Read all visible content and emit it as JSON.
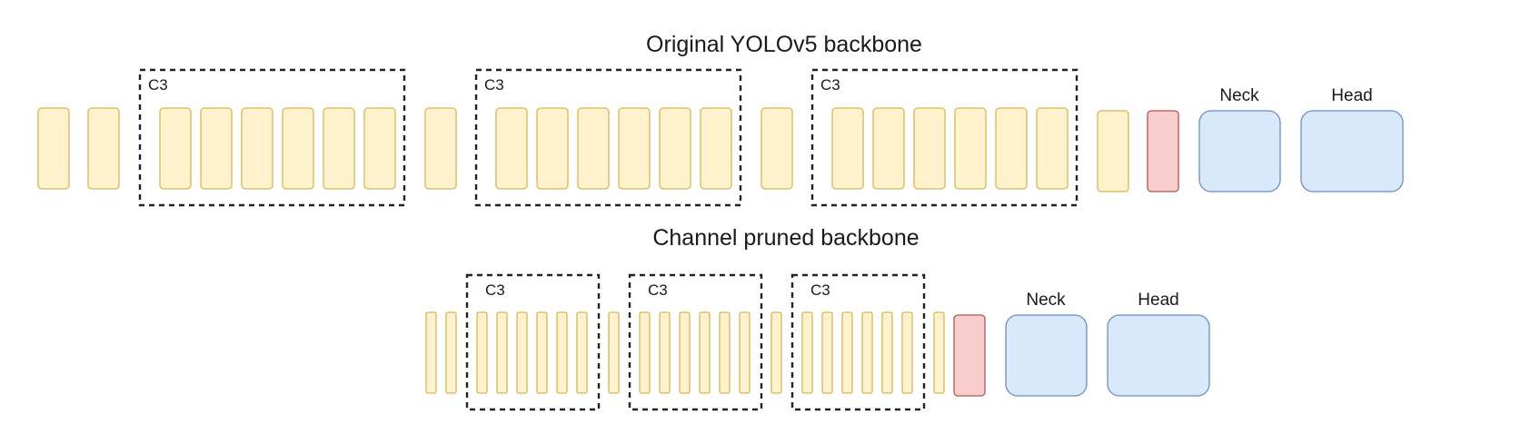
{
  "original": {
    "title": "Original YOLOv5 backbone",
    "c3_labels": [
      "C3",
      "C3",
      "C3"
    ],
    "neck_label": "Neck",
    "head_label": "Head"
  },
  "pruned": {
    "title": "Channel pruned backbone",
    "c3_labels": [
      "C3",
      "C3",
      "C3"
    ],
    "neck_label": "Neck",
    "head_label": "Head"
  },
  "colors": {
    "layer_fill": "#fff2cc",
    "layer_stroke": "#d6b656",
    "sppf_fill": "#f8cecc",
    "sppf_stroke": "#b85450",
    "neck_head_fill": "#dae8fc",
    "neck_head_stroke": "#6c8ebf"
  }
}
